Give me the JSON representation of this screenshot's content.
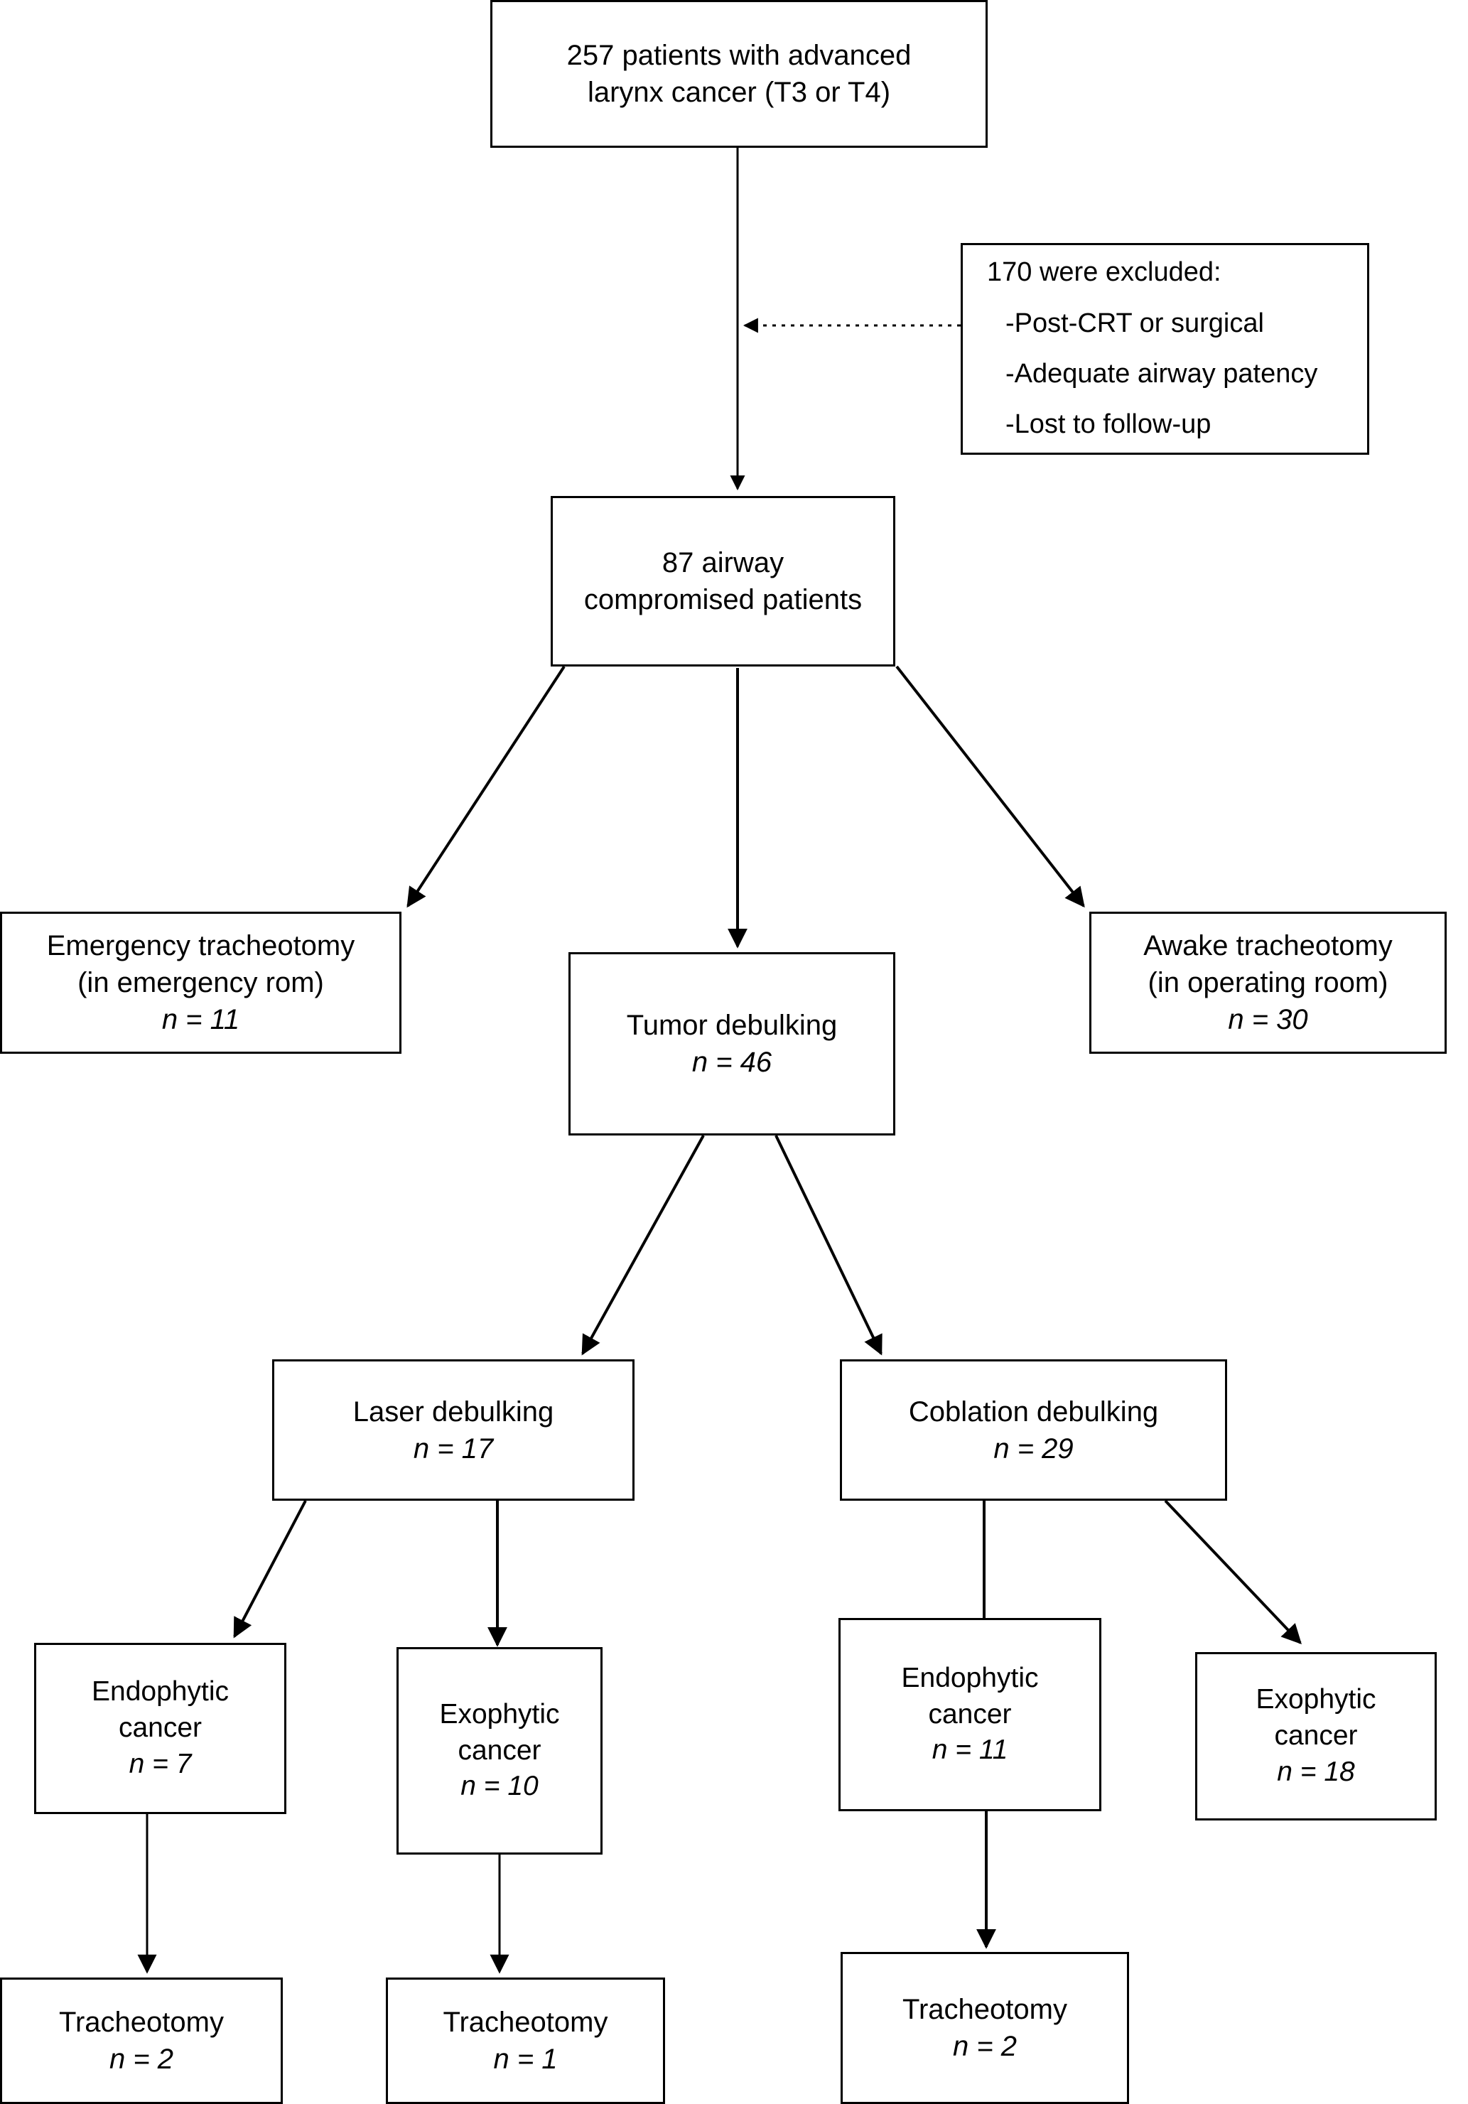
{
  "diagram": {
    "title": "Patient flow diagram for advanced larynx cancer airway management",
    "type": "flowchart",
    "line_color": "#000000",
    "background_color": "#ffffff"
  },
  "nodes": {
    "cohort": {
      "line1": "257 patients with advanced",
      "line2": "larynx cancer (T3 or T4)"
    },
    "excluded": {
      "line1": "170 were excluded:",
      "line2": "-Post-CRT or surgical",
      "line3": "-Adequate airway patency",
      "line4": "-Lost to follow-up"
    },
    "airway_compromised": {
      "line1": "87 airway",
      "line2": "compromised patients"
    },
    "emergency_tracheotomy": {
      "line1": "Emergency tracheotomy",
      "line2": "(in emergency rom)",
      "n": "n = 11"
    },
    "tumor_debulking": {
      "line1": "Tumor debulking",
      "n": "n = 46"
    },
    "awake_tracheotomy": {
      "line1": "Awake tracheotomy",
      "line2": "(in operating room)",
      "n": "n = 30"
    },
    "laser_debulking": {
      "line1": "Laser debulking",
      "n": "n = 17"
    },
    "coblation_debulking": {
      "line1": "Coblation debulking",
      "n": "n = 29"
    },
    "laser_endophytic": {
      "line1": "Endophytic",
      "line2": "cancer",
      "n": "n = 7"
    },
    "laser_exophytic": {
      "line1": "Exophytic",
      "line2": "cancer",
      "n": "n = 10"
    },
    "coblation_endophytic": {
      "line1": "Endophytic",
      "line2": "cancer",
      "n": "n = 11"
    },
    "coblation_exophytic": {
      "line1": "Exophytic",
      "line2": "cancer",
      "n": "n = 18"
    },
    "trach_laser_endophytic": {
      "line1": "Tracheotomy",
      "n": "n = 2"
    },
    "trach_laser_exophytic": {
      "line1": "Tracheotomy",
      "n": "n = 1"
    },
    "trach_coblation_endophytic": {
      "line1": "Tracheotomy",
      "n": "n = 2"
    }
  },
  "edges": [
    {
      "from": "cohort",
      "to": "airway_compromised",
      "style": "solid"
    },
    {
      "from": "excluded",
      "to": "cohort_stem",
      "style": "dotted"
    },
    {
      "from": "airway_compromised",
      "to": "emergency_tracheotomy",
      "style": "solid"
    },
    {
      "from": "airway_compromised",
      "to": "tumor_debulking",
      "style": "solid"
    },
    {
      "from": "airway_compromised",
      "to": "awake_tracheotomy",
      "style": "solid"
    },
    {
      "from": "tumor_debulking",
      "to": "laser_debulking",
      "style": "solid"
    },
    {
      "from": "tumor_debulking",
      "to": "coblation_debulking",
      "style": "solid"
    },
    {
      "from": "laser_debulking",
      "to": "laser_endophytic",
      "style": "solid"
    },
    {
      "from": "laser_debulking",
      "to": "laser_exophytic",
      "style": "solid"
    },
    {
      "from": "coblation_debulking",
      "to": "coblation_endophytic",
      "style": "solid"
    },
    {
      "from": "coblation_debulking",
      "to": "coblation_exophytic",
      "style": "solid"
    },
    {
      "from": "laser_endophytic",
      "to": "trach_laser_endophytic",
      "style": "solid"
    },
    {
      "from": "laser_exophytic",
      "to": "trach_laser_exophytic",
      "style": "solid"
    },
    {
      "from": "coblation_endophytic",
      "to": "trach_coblation_endophytic",
      "style": "solid"
    }
  ]
}
